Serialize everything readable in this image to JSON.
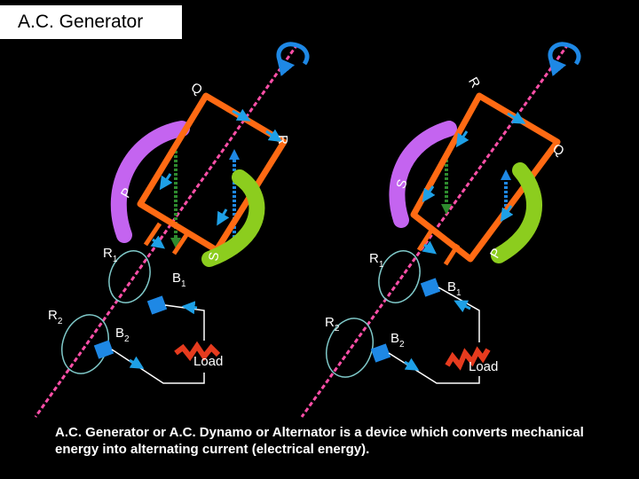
{
  "title": "A.C. Generator",
  "caption": "A.C. Generator or A.C. Dynamo or Alternator is a device which converts mechanical energy into alternating current (electrical energy).",
  "labels": {
    "coil_side_p": "P",
    "coil_side_q": "Q",
    "coil_side_r": "R",
    "coil_side_s": "S",
    "ring_1": "R",
    "ring_1_sub": "1",
    "ring_2": "R",
    "ring_2_sub": "2",
    "brush_1": "B",
    "brush_1_sub": "1",
    "brush_2": "B",
    "brush_2_sub": "2",
    "load": "Load"
  },
  "colors": {
    "coil": "#ff6a13",
    "magnet_left_pole": "#c464f0",
    "magnet_right_pole": "#8ccd1e",
    "field_lines": "#2e8b2e",
    "current_arrows": "#1ea0e6",
    "axis": "#ff4fa8",
    "rotation_arrow": "#1e88e5",
    "brush": "#1e88e5",
    "load_resistor": "#e63b1e",
    "title_bg": "#ffffff"
  },
  "icons": {
    "rotation": "rotation-arrow-icon",
    "resistor": "resistor-icon"
  }
}
